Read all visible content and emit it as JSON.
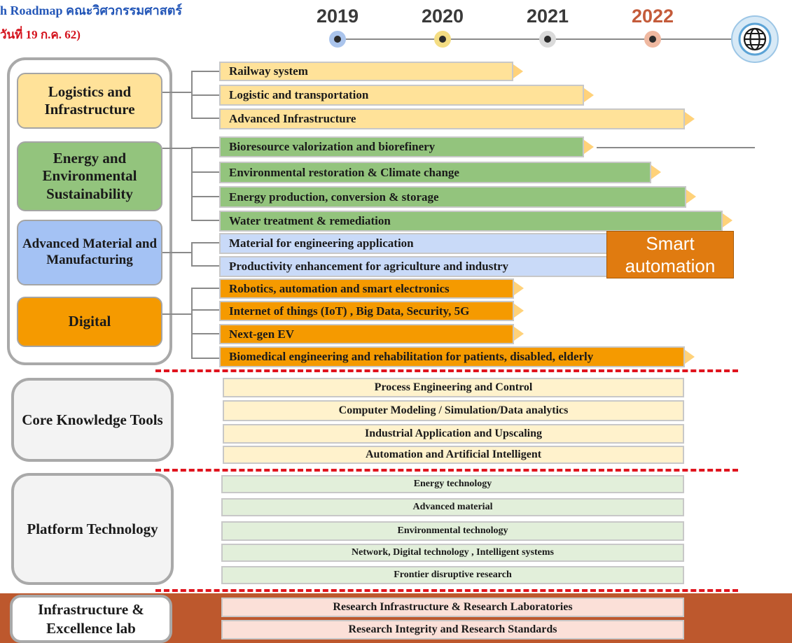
{
  "header": {
    "title": "h Roadmap คณะวิศวกรรมศาสตร์",
    "subtitle": "วันที่ 19 ก.ค. 62)"
  },
  "timeline": {
    "years": [
      "2019",
      "2020",
      "2021",
      "2022"
    ],
    "globe_icon": "globe-icon"
  },
  "clusters": [
    {
      "label": "Logistics and Infrastructure",
      "color": "#ffe299"
    },
    {
      "label": "Energy and Environmental Sustainability",
      "color": "#93c47d"
    },
    {
      "label": "Advanced Material and Manufacturing",
      "color": "#a4c2f4"
    },
    {
      "label": "Digital",
      "color": "#f59a00"
    }
  ],
  "research_bars": [
    "Railway system",
    "Logistic and transportation",
    "Advanced Infrastructure",
    "Bioresource valorization and biorefinery",
    "Environmental restoration & Climate change",
    "Energy production, conversion & storage",
    "Water treatment & remediation",
    "Material for engineering application",
    "Productivity enhancement for agriculture and industry",
    "Robotics, automation and smart electronics",
    "Internet of things (IoT) , Big Data, Security, 5G",
    "Next-gen EV",
    "Biomedical engineering and rehabilitation for patients, disabled, elderly"
  ],
  "callout": {
    "line1": "Smart",
    "line2": "automation",
    "color": "#e07b10"
  },
  "core_knowledge": {
    "label": "Core Knowledge Tools",
    "items": [
      "Process Engineering and Control",
      "Computer Modeling / Simulation/Data analytics",
      "Industrial Application and Upscaling",
      "Automation and Artificial Intelligent"
    ]
  },
  "platform": {
    "label": "Platform Technology",
    "items": [
      "Energy technology",
      "Advanced material",
      "Environmental technology",
      "Network, Digital technology , Intelligent systems",
      "Frontier disruptive research"
    ]
  },
  "infrastructure": {
    "label": "Infrastructure & Excellence lab",
    "items": [
      "Research Infrastructure & Research Laboratories",
      "Research Integrity and Research Standards"
    ]
  }
}
